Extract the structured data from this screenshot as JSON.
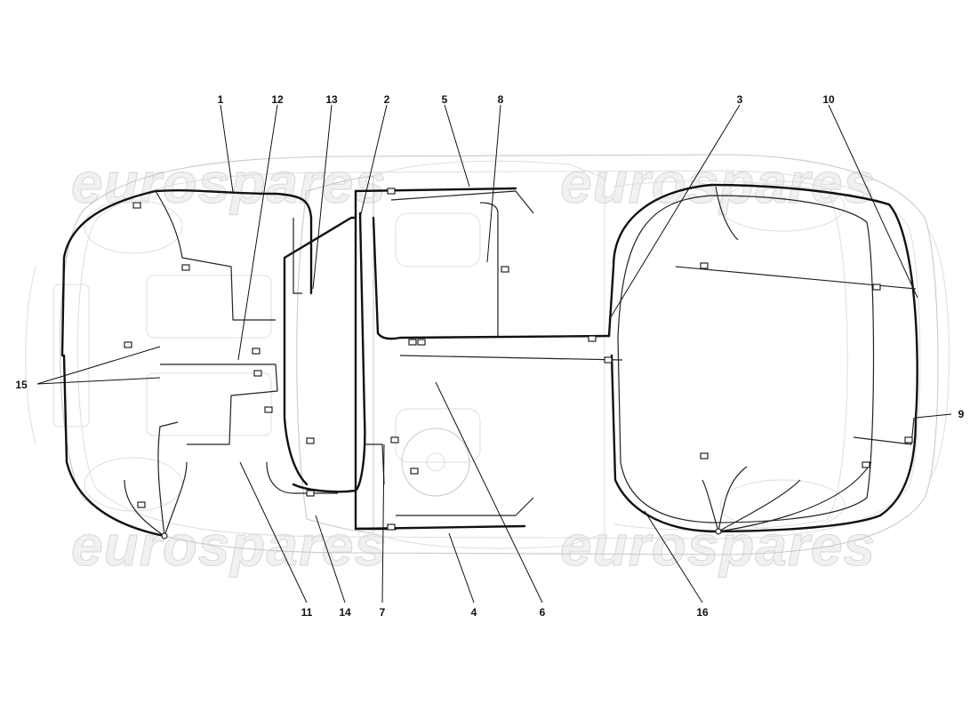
{
  "watermark": {
    "text": "eurospares"
  },
  "callouts": [
    {
      "id": "1",
      "label": "1"
    },
    {
      "id": "12",
      "label": "12"
    },
    {
      "id": "13",
      "label": "13"
    },
    {
      "id": "2",
      "label": "2"
    },
    {
      "id": "5",
      "label": "5"
    },
    {
      "id": "8",
      "label": "8"
    },
    {
      "id": "3",
      "label": "3"
    },
    {
      "id": "10",
      "label": "10"
    },
    {
      "id": "15",
      "label": "15"
    },
    {
      "id": "9",
      "label": "9"
    },
    {
      "id": "11",
      "label": "11"
    },
    {
      "id": "14",
      "label": "14"
    },
    {
      "id": "7",
      "label": "7"
    },
    {
      "id": "4",
      "label": "4"
    },
    {
      "id": "6",
      "label": "6"
    },
    {
      "id": "16",
      "label": "16"
    }
  ]
}
